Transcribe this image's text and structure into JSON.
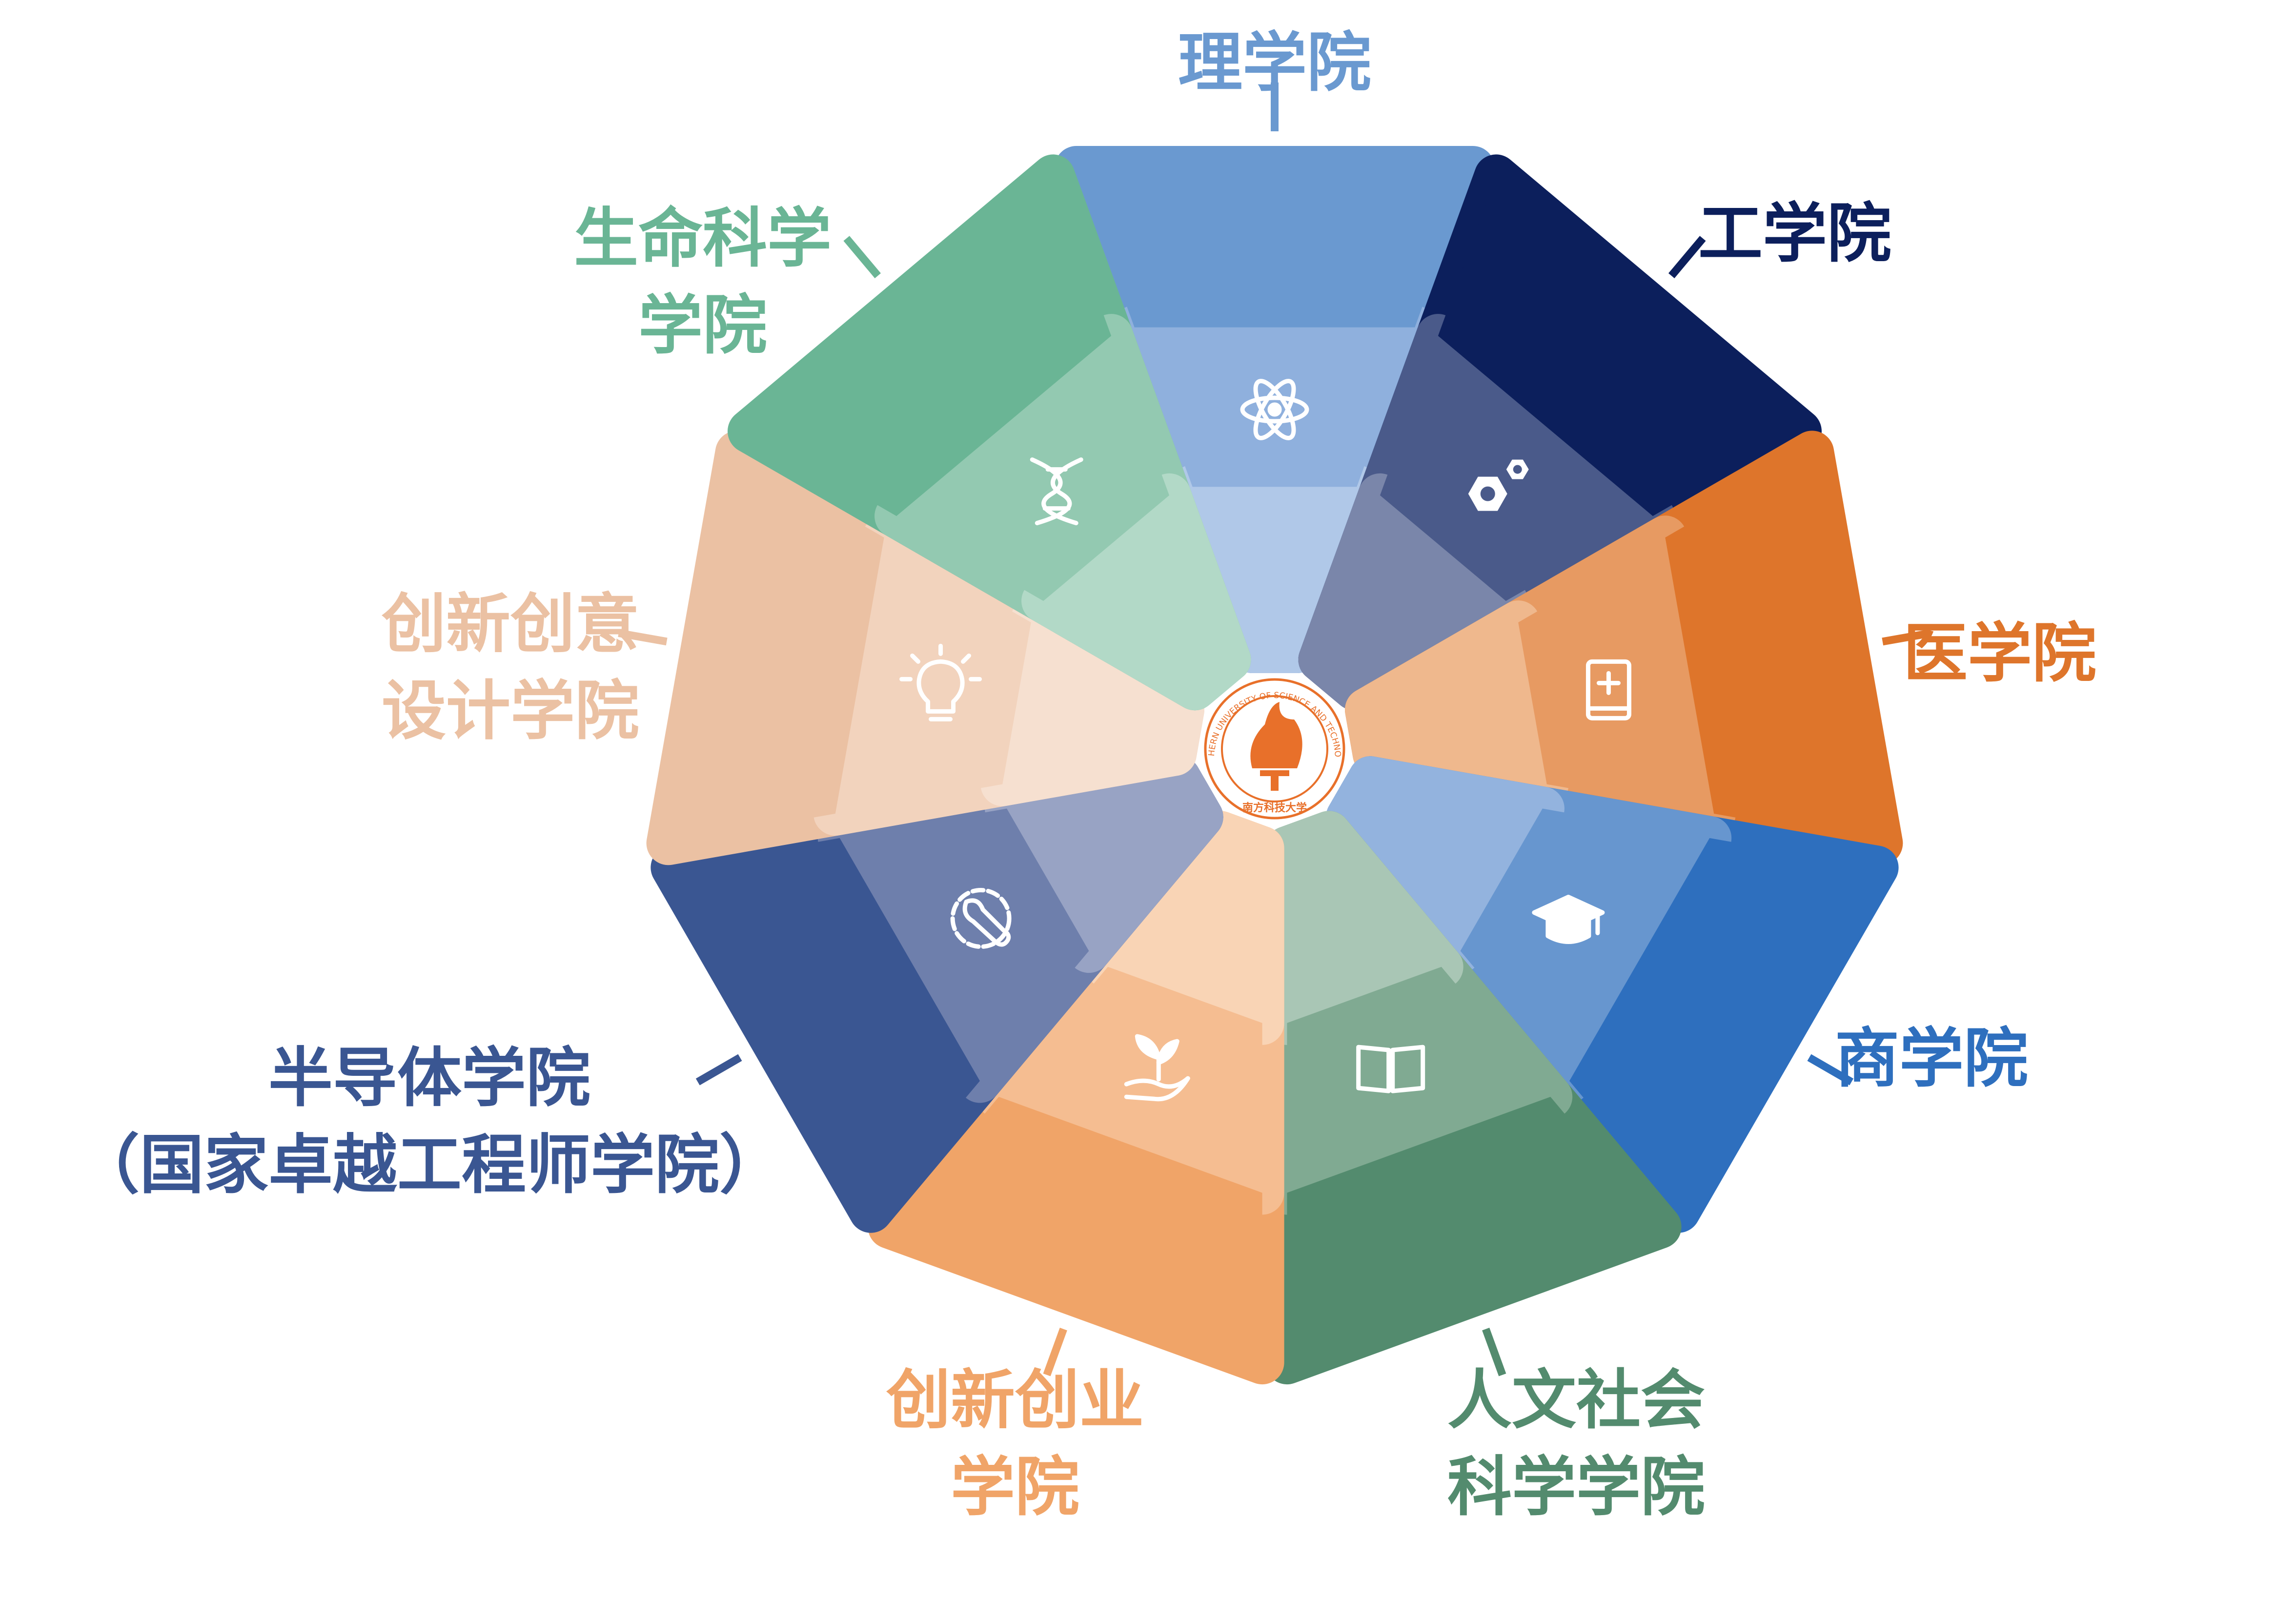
{
  "colleges": [
    {
      "key": "science",
      "lines": [
        "理学院"
      ],
      "icon": "atom-icon",
      "colors": [
        "#6a99d0",
        "#8fb0dd",
        "#b0c8e8"
      ],
      "label_color": "#6a99d0"
    },
    {
      "key": "engineering",
      "lines": [
        "工学院"
      ],
      "icon": "gears-icon",
      "colors": [
        "#0c1f5c",
        "#4a5a8a",
        "#7a86aa"
      ],
      "label_color": "#0c1f5c"
    },
    {
      "key": "medicine",
      "lines": [
        "医学院"
      ],
      "icon": "medical-book-icon",
      "colors": [
        "#de752b",
        "#e79a62",
        "#efb88d"
      ],
      "label_color": "#de752b"
    },
    {
      "key": "business",
      "lines": [
        "商学院"
      ],
      "icon": "graduation-cap-icon",
      "colors": [
        "#2e6fbe",
        "#6796cf",
        "#93b3de"
      ],
      "label_color": "#2e6fbe"
    },
    {
      "key": "humanities",
      "lines": [
        "人文社会",
        "科学学院"
      ],
      "icon": "open-book-icon",
      "colors": [
        "#538b6e",
        "#80aa92",
        "#a9c6b5"
      ],
      "label_color": "#538b6e"
    },
    {
      "key": "entrepreneurship",
      "lines": [
        "创新创业",
        "学院"
      ],
      "icon": "plant-in-hand-icon",
      "colors": [
        "#f0a468",
        "#f5bd91",
        "#f9d4b5"
      ],
      "label_color": "#f0a468"
    },
    {
      "key": "semiconductor",
      "lines": [
        "半导体学院",
        "（国家卓越工程师学院）"
      ],
      "icon": "wrench-gear-icon",
      "colors": [
        "#3a5692",
        "#6e7fac",
        "#98a3c4"
      ],
      "label_color": "#3a5692"
    },
    {
      "key": "design",
      "lines": [
        "创新创意",
        "设计学院"
      ],
      "icon": "lightbulb-icon",
      "colors": [
        "#ebc1a3",
        "#f2d3bd",
        "#f6e0d0"
      ],
      "label_color": "#ebc1a3"
    },
    {
      "key": "life-science",
      "lines": [
        "生命科学",
        "学院"
      ],
      "icon": "dna-icon",
      "colors": [
        "#6ab595",
        "#93c9b1",
        "#b2d9c7"
      ],
      "label_color": "#6ab595"
    }
  ],
  "logo": {
    "name": "Southern University of Science and Technology logo",
    "ring_text": "SOUTHERN UNIVERSITY OF SCIENCE AND TECHNOLOGY",
    "chinese_text": "南方科技大学",
    "color": "#e8702a"
  }
}
